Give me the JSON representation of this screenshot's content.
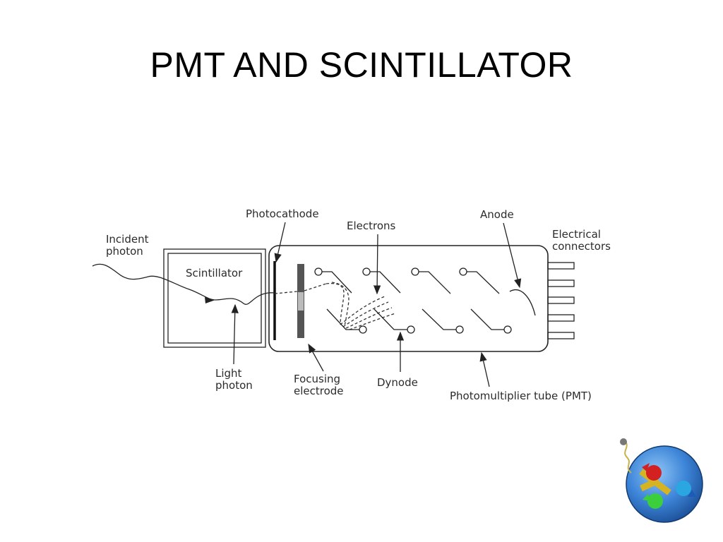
{
  "slide": {
    "title": "PMT AND SCINTILLATOR"
  },
  "labels": {
    "incident_photon_1": "Incident",
    "incident_photon_2": "photon",
    "scintillator": "Scintillator",
    "photocathode": "Photocathode",
    "electrons": "Electrons",
    "anode": "Anode",
    "electrical_connectors_1": "Electrical",
    "electrical_connectors_2": "connectors",
    "light_photon_1": "Light",
    "light_photon_2": "photon",
    "focusing_electrode_1": "Focusing",
    "focusing_electrode_2": "electrode",
    "dynode": "Dynode",
    "pmt": "Photomultiplier tube (PMT)"
  },
  "colors": {
    "line": "#222222",
    "electrode_dark": "#555555",
    "electrode_light": "#bbbbbb",
    "logo_sphere": "#3d85d8"
  }
}
